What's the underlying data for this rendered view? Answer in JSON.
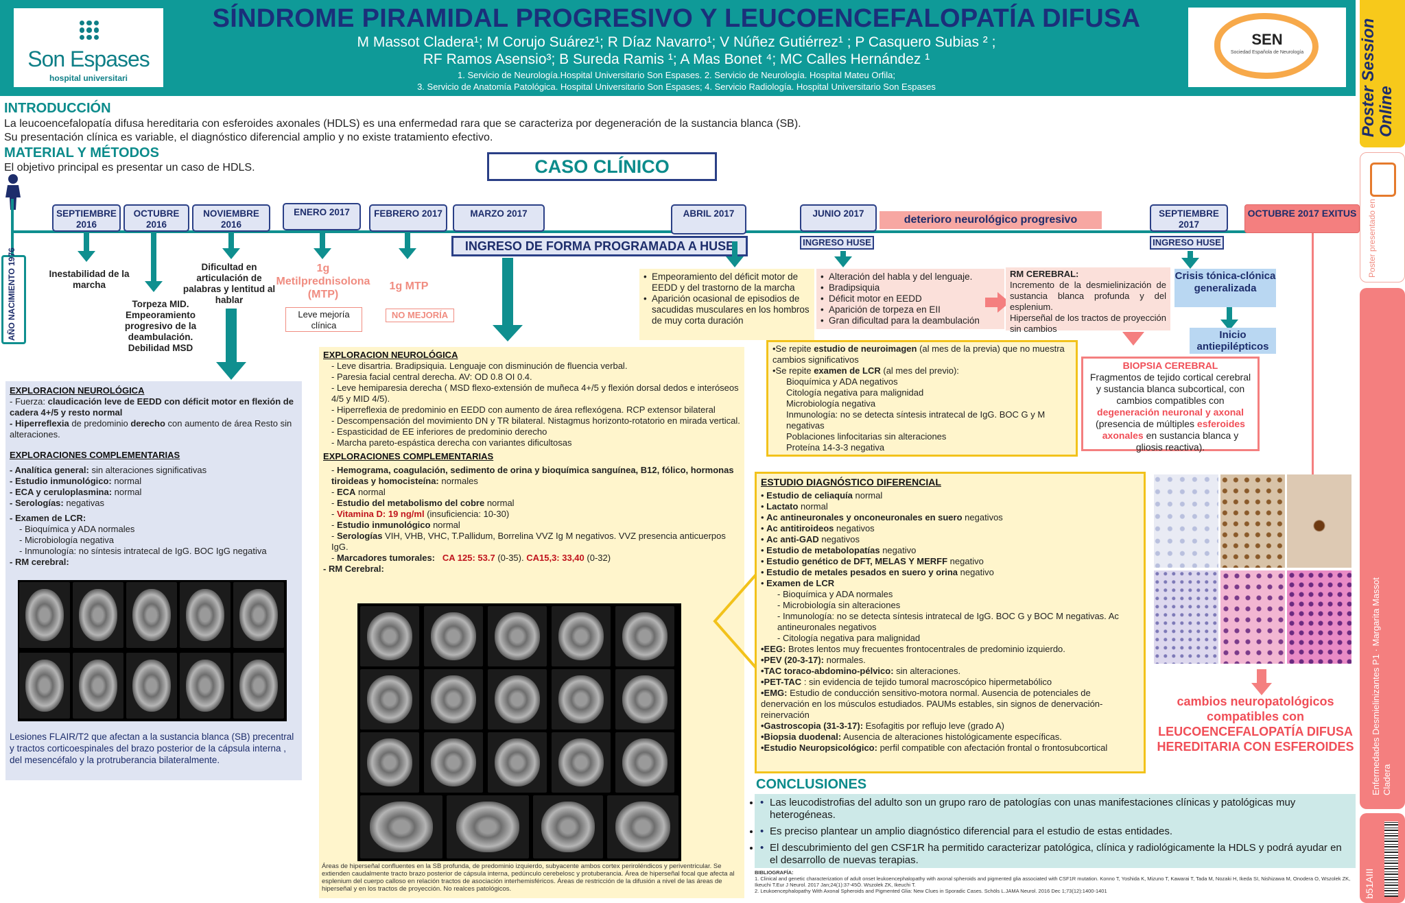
{
  "header": {
    "title": "SÍNDROME PIRAMIDAL PROGRESIVO Y LEUCOENCEFALOPATÍA DIFUSA",
    "authors_line1": "M  Massot Cladera¹;  M Corujo Suárez¹;  R Díaz Navarro¹; V Núñez Gutiérrez¹ ;  P Casquero Subias ² ;",
    "authors_line2": "RF Ramos Asensio³; B Sureda Ramis ¹;  A Mas Bonet ⁴;  MC Calles Hernández ¹",
    "affiliation_line1": "1.  Servicio de Neurología.Hospital Universitario Son Espases.  2. Servicio de Neurología. Hospital Mateu Orfila;",
    "affiliation_line2": "3. Servicio de Anatomía Patológica. Hospital Universitario Son Espases; 4. Servicio Radiología. Hospital Universitario Son Espases",
    "logo_left_brand": "Son Espases",
    "logo_left_sub": "hospital universitari",
    "logo_right_brand": "SEN",
    "logo_right_sub": "Sociedad Española de Neurología"
  },
  "sidebar": {
    "top_label": "Poster Session Online",
    "mid_label": "Poster presentado en",
    "pink_label": "Enfermedades Desmielinizantes P1  ·  Margarita Massot Cladera",
    "bottom_label": "b51AIII"
  },
  "intro": {
    "heading": "INTRODUCCIÓN",
    "line1": "La leucoencefalopatía difusa hereditaria con esferoides axonales (HDLS) es una enfermedad rara que se caracteriza por degeneración de la sustancia blanca (SB).",
    "line2": "Su presentación clínica es variable, el diagnóstico diferencial amplio y no existe tratamiento efectivo."
  },
  "methods": {
    "heading": "MATERIAL Y MÉTODOS",
    "line1": "El objetivo principal es presentar un caso de HDLS."
  },
  "case_title": "CASO CLÍNICO",
  "timeline": {
    "birth_label": "AÑO NACIMIENTO 1976",
    "dates": [
      "SEPTIEMBRE 2016",
      "OCTUBRE 2016",
      "NOVIEMBRE 2016",
      "ENERO 2017",
      "FEBRERO 2017",
      "MARZO 2017",
      "ABRIL 2017",
      "JUNIO 2017",
      "SEPTIEMBRE 2017"
    ],
    "exitus": "OCTUBRE  2017 EXITUS",
    "deterioro": "deterioro neurológico progresivo",
    "ingreso_programado": "INGRESO DE FORMA PROGRAMADA A HUSE",
    "ingreso_huse": "INGRESO HUSE",
    "events": {
      "sep": "Inestabilidad de la marcha",
      "oct": "Torpeza MID. Empeoramiento progresivo de la deambulación. Debilidad MSD",
      "nov": "Dificultad en articulación de palabras y lentitud al hablar",
      "ene_dose": "1g Metilprednisolona (MTP)",
      "ene_result": "Leve mejoría clínica",
      "feb_dose": "1g MTP",
      "feb_result": "NO MEJORÍA"
    }
  },
  "left_panel": {
    "expl_heading": "EXPLORACION NEUROLÓGICA",
    "expl_1a": "- Fuerza: ",
    "expl_1b": "claudicación leve de EEDD con déficit motor en flexión de cadera 4+/5 y resto normal",
    "expl_2a": "- Hiperreflexia",
    "expl_2b": " de predominio ",
    "expl_2c": "derecho",
    "expl_2d": " con aumento de área Resto sin alteraciones.",
    "comp_heading": "EXPLORACIONES COMPLEMENTARIAS",
    "comp_items": [
      {
        "k": "- Analítica general:",
        "v": " sin alteraciones significativas"
      },
      {
        "k": "- Estudio inmunológico:",
        "v": " normal"
      },
      {
        "k": "- ECA y ceruloplasmina:",
        "v": " normal"
      },
      {
        "k": "- Serologías:",
        "v": " negativas"
      }
    ],
    "lcr_heading": "- Examen de LCR:",
    "lcr_items": [
      "Bioquímica y ADA normales",
      "Microbiología negativa",
      "Inmunología: no síntesis intratecal de IgG. BOC IgG negativa"
    ],
    "rm_heading": "- RM cerebral:",
    "caption": "Lesiones  FLAIR/T2  que afectan a  la  sustancia blanca (SB) precentral y tractos corticoespinales del brazo posterior de la cápsula interna  , del mesencéfalo y la protruberancia bilateralmente."
  },
  "mid_panel": {
    "expl_heading": "EXPLORACION NEUROLÓGICA",
    "expl_items": [
      "Leve disartria. Bradipsiquia.  Lenguaje con disminución de fluencia verbal.",
      "Paresia facial central derecha. AV: OD 0.8 OI 0.4.",
      "Leve hemiparesia derecha ( MSD flexo-extensión de muñeca 4+/5 y  flexión dorsal dedos e interóseos 4/5 y  MID 4/5).",
      "Hiperreflexia de predominio en EEDD con aumento de área reflexógena. RCP extensor bilateral",
      "Descompensación del movimiento DN y TR bilateral. Nistagmus horizonto-rotatorio en mirada vertical.",
      "Espasticidad de EE inferiores de predominio derecho",
      "Marcha pareto-espástica derecha con variantes dificultosas"
    ],
    "comp_heading": "EXPLORACIONES COMPLEMENTARIAS",
    "comp_hemo": "Hemograma, coagulación, sedimento de orina y bioquímica sanguínea, B12, fólico, hormonas tiroideas y homocisteína:",
    "comp_hemo_v": "  normales",
    "comp_eca": "ECA",
    "comp_eca_v": " normal",
    "comp_cobre": "Estudio del metabolismo del cobre",
    "comp_cobre_v": " normal",
    "comp_vitd": "Vitamina D: 19 ng/ml",
    "comp_vitd_v": " (insuficiencia: 10-30)",
    "comp_inmuno": "Estudio inmunológico",
    "comp_inmuno_v": " normal",
    "comp_sero": "Serologías",
    "comp_sero_v": " VIH, VHB, VHC, T.Pallidum, Borrelina  VVZ Ig M negativos. VVZ presencia anticuerpos IgG.",
    "comp_marc": "Marcadores tumorales:",
    "comp_marc_ca125": "CA 125:  53.7",
    "comp_marc_ca125_r": " (0-35). ",
    "comp_marc_ca153": "CA15,3: 33,40",
    "comp_marc_ca153_r": " (0-32)",
    "rm_heading": "- RM Cerebral:",
    "caption": "Áreas de hiperseñal confluentes en la SB profunda, de predominio izquierdo, subyacente ambos cortex periroléndicos y periventricular. Se extienden caudalmente tracto brazo posterior de cápsula interna, pedúnculo cerebelosc y protuberancia. Área de hiperseñal focal que afecta al esplenium del cuerpo calloso en relación tractos de asociación interhemisféricos. Áreas de restricción de la difusión a nivel de las áreas de hiperseñal y en los tractos de proyección. No realces patológicos."
  },
  "abril_panel": {
    "items": [
      "Empeoramiento del déficit motor de EEDD y del trastorno de la marcha",
      "Aparición ocasional de episodios de sacudidas musculares en los hombros de muy corta duración"
    ]
  },
  "junio_panel": {
    "items": [
      "Alteración del habla y del lenguaje.",
      "Bradipsiquia",
      "Déficit motor en EEDD",
      "Aparición de torpeza en EII",
      "Gran dificultad para la deambulación"
    ]
  },
  "rm_panel": {
    "heading": "RM CEREBRAL:",
    "line1": "Incremento de la desmielinización de sustancia blanca profunda y del esplenium.",
    "line2": "Hiperseñal de los tractos de proyección sin cambios"
  },
  "repite_panel": {
    "l1a": "•Se repite ",
    "l1b": "estudio de neuroimagen",
    "l1c": " (al mes de la previa) que no muestra cambios significativos",
    "l2a": "•Se repite ",
    "l2b": "examen de LCR",
    "l2c": " (al mes del previo):",
    "items": [
      "Bioquímica y ADA negativos",
      "Citología negativa para malignidad",
      "Microbiología negativa",
      "Inmunología: no se detecta síntesis intratecal de IgG. BOC G y M negativas",
      "Poblaciones linfocitarias sin alteraciones",
      "Proteína 14-3-3 negativa"
    ]
  },
  "crisis": "Crisis tónica-clónica generalizada",
  "inicio": "Inicio antiepilépticos",
  "biopsia": {
    "heading": "BIOPSIA CEREBRAL",
    "t1": "Fragmentos de tejido cortical cerebral y sustancia blanca subcortical, con cambios compatibles con ",
    "t2": "degeneración neuronal y axonal",
    "t3": " (presencia de múltiples ",
    "t4": "esferoides axonales",
    "t5": " en sustancia blanca y gliosis reactiva)."
  },
  "diag_panel": {
    "heading": "ESTUDIO DIAGNÓSTICO DIFERENCIAL",
    "items": [
      {
        "k": "Estudio de celiaquía",
        "v": " normal"
      },
      {
        "k": "Lactato",
        "v": " normal"
      },
      {
        "k": "Ac antineuronales y onconeuronales en suero",
        "v": " negativos"
      },
      {
        "k": "Ac antitiroideos",
        "v": " negativos"
      },
      {
        "k": "Ac anti-GAD",
        "v": " negativos"
      },
      {
        "k": "Estudio de metabolopatías",
        "v": " negativo"
      },
      {
        "k": "Estudio genético de DFT, MELAS Y MERFF",
        "v": " negativo"
      },
      {
        "k": "Estudio de metales pesados en suero y orina",
        "v": " negativo"
      },
      {
        "k": "Examen de LCR",
        "v": ""
      }
    ],
    "lcr_items": [
      "Bioquímica y ADA normales",
      "Microbiología sin alteraciones",
      "Inmunología: no se detecta síntesis intratecal de IgG. BOC G y BOC M negativas. Ac antineuronales negativos",
      "Citología negativa para malignidad"
    ],
    "items2": [
      {
        "k": "•EEG:",
        "v": "  Brotes lentos muy frecuentes frontocentrales de predominio izquierdo."
      },
      {
        "k": "•PEV (20-3-17):",
        "v": " normales."
      },
      {
        "k": "•TAC toraco-abdomino-pélvico:",
        "v": " sin alteraciones."
      },
      {
        "k": "•PET-TAC",
        "v": " : sin evidencia de tejido tumoral macroscópico hipermetabólico"
      },
      {
        "k": "•EMG:",
        "v": " Estudio de conducción sensitivo-motora normal. Ausencia de potenciales de denervación en los músculos estudiados. PAUMs estables, sin signos de denervación-reinervación"
      },
      {
        "k": "•Gastroscopia (31-3-17):",
        "v": " Esofagitis por reflujo leve (grado A)"
      },
      {
        "k": "•Biopsia duodenal:",
        "v": " Ausencia de alteraciones histológicamente específicas."
      },
      {
        "k": "•Estudio Neuropsicológico:",
        "v": " perfil compatible con afectación frontal o frontosubcortical"
      }
    ]
  },
  "neuro_result": "cambios neuropatológicos compatibles con LEUCOENCEFALOPATÍA DIFUSA HEREDITARIA CON ESFEROIDES",
  "conclusions": {
    "heading": "CONCLUSIONES",
    "items": [
      "Las leucodistrofias del adulto son un grupo raro de patologías con unas manifestaciones clínicas y patológicas muy heterogéneas.",
      "Es preciso plantear un amplio diagnóstico diferencial para el estudio de estas entidades.",
      "El descubrimiento del gen CSF1R ha permitido caracterizar patológica, clínica y radiológicamente  la HDLS y podrá ayudar en el desarrollo de nuevas terapias."
    ]
  },
  "biblio": {
    "heading": "BIBLIOGRAFÍA:",
    "ref1": "1. Clinical and genetic characterization of adult onset leukoencephalopathy with axonal spheroids and pigmented glia associated with CSF1R mutation. Konno T, Yoshida K, Mizuno T, Kawarai T, Tada M, Nozaki H, Ikeda SI, Nishizawa M, Onodera O, Wszolek ZK, Ikeuchi T.Eur J Neurol. 2017 Jan;24(1):37-45Ö. Wszolek ZK, Ikeuchi T.",
    "ref2": "2. Leukoencephalopathy With Axonal Spheroids and Pigmented Glia: New Clues in Sporadic Cases. Schöls L.JAMA Neurol. 2016 Dec 1;73(12):1400-1401"
  },
  "colors": {
    "header_teal": "#0f9a98",
    "title_navy": "#1b2f7a",
    "accent_salmon": "#f47f7f",
    "panel_yellow": "#fff5cc",
    "panel_blue": "#dfe4f2"
  }
}
